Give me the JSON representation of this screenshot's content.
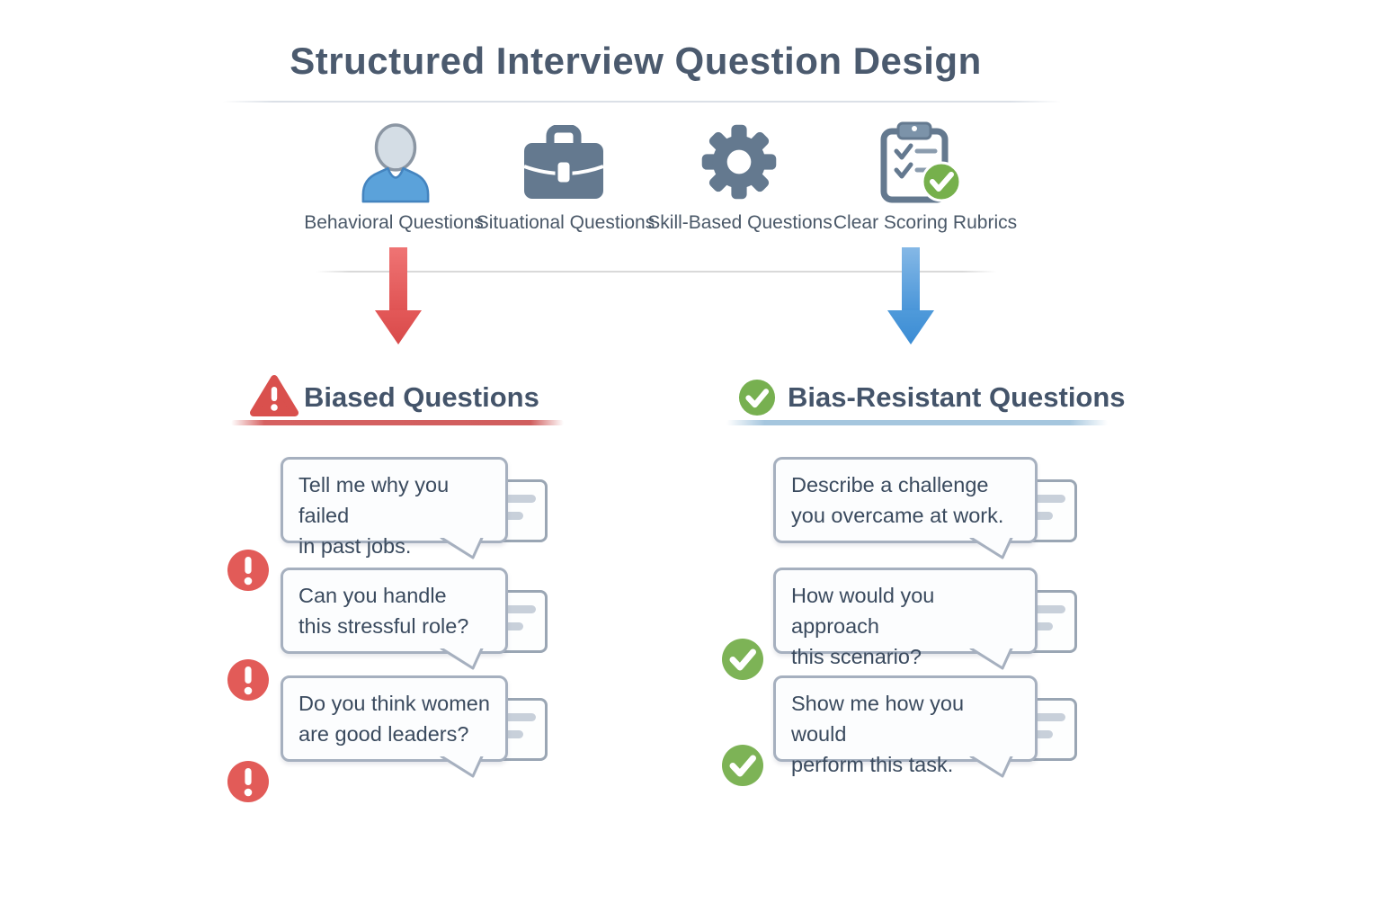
{
  "title": "Structured Interview Question Design",
  "categories": [
    {
      "label": "Behavioral Questions",
      "icon": "person-icon"
    },
    {
      "label": "Situational Questions",
      "icon": "briefcase-icon"
    },
    {
      "label": "Skill-Based Questions",
      "icon": "gear-icon"
    },
    {
      "label": "Clear Scoring Rubrics",
      "icon": "clipboard-check-icon"
    }
  ],
  "flow": {
    "left_arrow_icon": "red-down-arrow-icon",
    "right_arrow_icon": "blue-down-arrow-icon"
  },
  "biased": {
    "heading": "Biased Questions",
    "marker_icon": "warning-triangle-icon",
    "bullet_icon": "exclamation-circle-icon",
    "accent_color": "#d9504d",
    "questions": [
      {
        "line1": "Tell me why you failed",
        "line2": "in past jobs."
      },
      {
        "line1": "Can you handle",
        "line2": "this stressful role?"
      },
      {
        "line1": "Do you think women",
        "line2": "are good leaders?"
      }
    ]
  },
  "bias_resistant": {
    "heading": "Bias-Resistant Questions",
    "marker_icon": "check-circle-icon",
    "bullet_icon": "check-circle-icon",
    "accent_color": "#77b050",
    "questions": [
      {
        "line1": "Describe a challenge",
        "line2": "you overcame at work."
      },
      {
        "line1": "How would you approach",
        "line2": "this scenario?"
      },
      {
        "line1": "Show me how you would",
        "line2": "perform this task."
      }
    ]
  },
  "colors": {
    "heading_text": "#44546a",
    "bubble_text": "#3a4a5e",
    "red_accent": "#dd5a56",
    "green_accent": "#77b050",
    "blue_accent": "#4b9ad8",
    "slate_icon": "#64798f"
  }
}
